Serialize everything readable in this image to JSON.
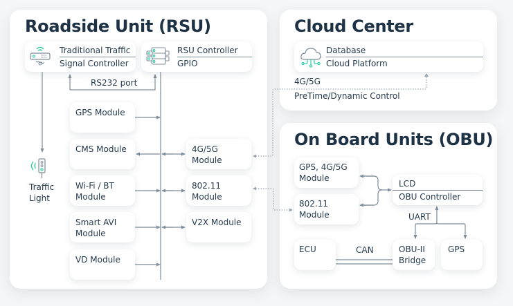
{
  "panels": {
    "rsu": {
      "title": "Roadside Unit (RSU)"
    },
    "cloud": {
      "title": "Cloud Center"
    },
    "obu": {
      "title": "On Board Units (OBU)"
    }
  },
  "rsu": {
    "traffic_controller": {
      "line1": "Traditional Traffic",
      "line2": "Signal Controller",
      "icon": "traffic-controller-icon"
    },
    "rsu_controller": {
      "line1": "RSU Controller",
      "line2": "GPIO",
      "icon": "server-rack-icon"
    },
    "rs232_label": "RS232 port",
    "traffic_light": {
      "label": "Traffic\nLight",
      "icon": "traffic-light-icon"
    },
    "left_modules": [
      "GPS Module",
      "CMS Module",
      "Wi-Fi / BT\nModule",
      "Smart AVI\nModule",
      "VD Module"
    ],
    "right_modules": [
      "4G/5G\nModule",
      "802.11\nModule",
      "V2X Module"
    ]
  },
  "cloud": {
    "card": {
      "line1": "Database",
      "line2": "Cloud Platform",
      "icon": "cloud-network-icon"
    },
    "link_label_top": "4G/5G",
    "link_label_bottom": "PreTime/Dynamic Control"
  },
  "obu": {
    "gps_module": "GPS, 4G/5G\nModule",
    "wifi_module": "802.11\nModule",
    "controller": {
      "line1": "LCD",
      "line2": "OBU Controller"
    },
    "uart_label": "UART",
    "ecu": "ECU",
    "can_label": "CAN",
    "bridge": "OBU-II\nBridge",
    "gps": "GPS"
  },
  "colors": {
    "title": "#1e3246",
    "line": "#7d8c9a",
    "accent": "#2ecfa6",
    "panel_bg": "#ffffff",
    "page_bg": "#f5f6f7"
  }
}
